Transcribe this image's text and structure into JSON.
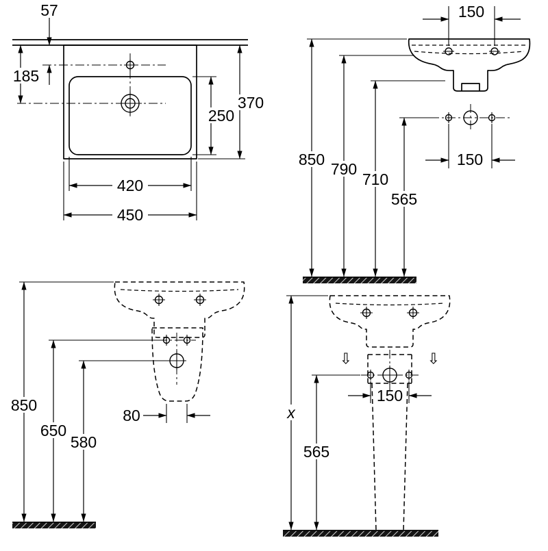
{
  "colors": {
    "line": "#000000",
    "background": "#ffffff"
  },
  "plan_view": {
    "dim_wall_to_fixing_hole": "57",
    "dim_wall_to_tap_hole": "185",
    "dim_bowl_depth": "250",
    "dim_overall_depth": "370",
    "dim_bowl_width": "420",
    "dim_overall_width": "450"
  },
  "rear_view": {
    "dim_fixing_hole_spacing": "150",
    "dim_rim_height": "850",
    "dim_height_790": "790",
    "dim_height_710": "710",
    "dim_tap_hole_height": "565",
    "dim_tap_hole_spacing": "150"
  },
  "front_view_semi_pedestal": {
    "dim_rim_height": "850",
    "dim_height_650": "650",
    "dim_height_580": "580",
    "dim_fixing_width": "80"
  },
  "front_view_pedestal": {
    "dim_height_x": "x",
    "dim_height_565": "565",
    "dim_fixing_spacing": "150"
  },
  "icons": {
    "down_arrow_glyph": "⇩"
  }
}
